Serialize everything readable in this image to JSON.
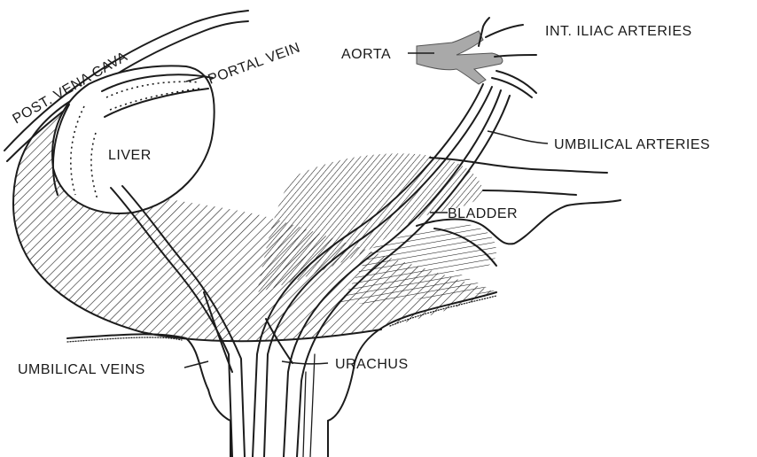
{
  "labels": {
    "post_vena_cava": "POST. VENA CAVA",
    "portal_vein": "PORTAL VEIN",
    "aorta": "AORTA",
    "int_iliac_arteries": "INT. ILIAC ARTERIES",
    "liver": "LIVER",
    "umbilical_arteries": "UMBILICAL ARTERIES",
    "bladder": "BLADDER",
    "umbilical_veins": "UMBILICAL VEINS",
    "urachus": "URACHUS"
  },
  "colors": {
    "ink": "#1c1c1c",
    "aorta_fill": "#a9a9a9",
    "background": "#ffffff"
  }
}
